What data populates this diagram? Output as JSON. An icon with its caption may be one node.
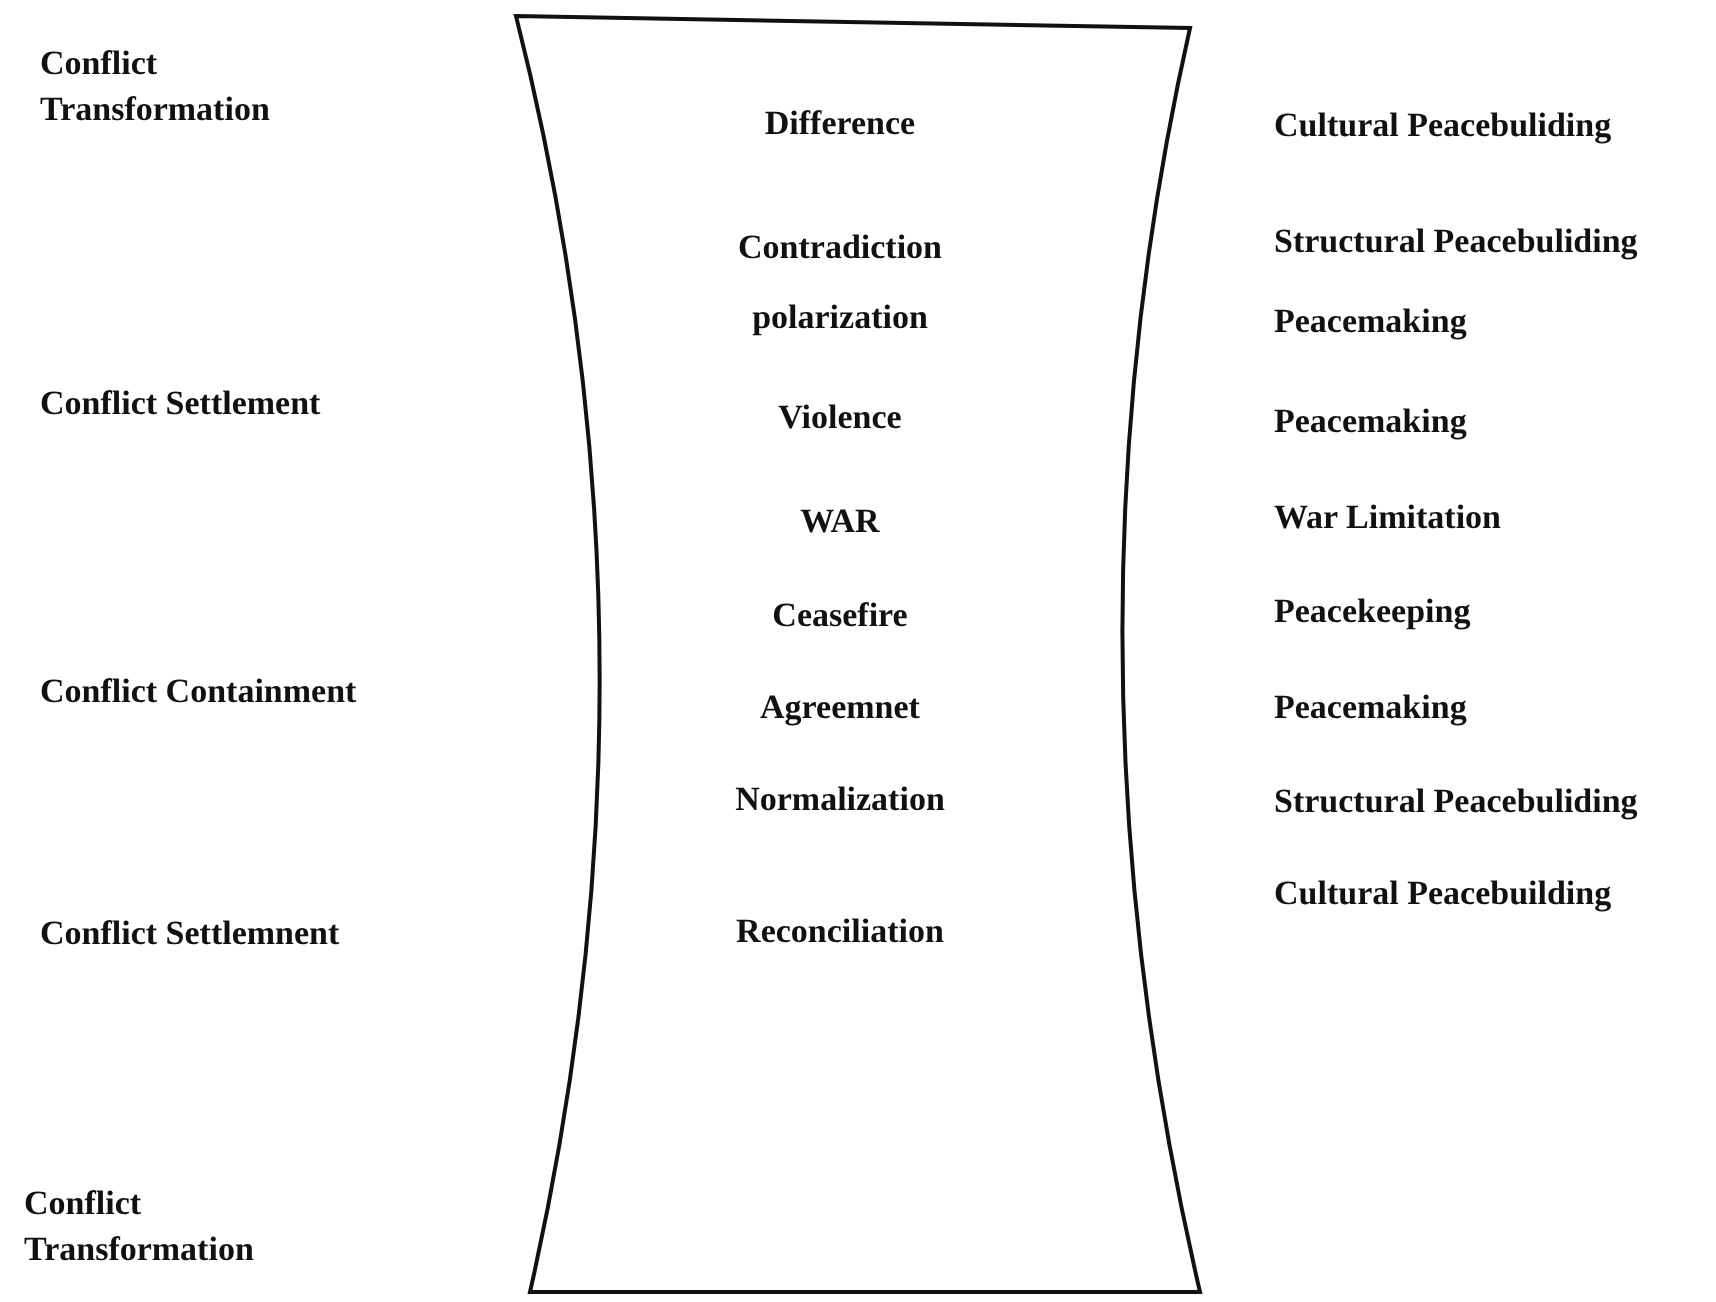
{
  "diagram": {
    "nodes": [
      {
        "text": [
          "Difference",
          "Contradiction",
          "polarization",
          "Violence",
          "WAR",
          "Ceasefire",
          "Agreemnet",
          "Normalization",
          "Reconciliation"
        ]
      }
    ],
    "edges": [],
    "labels": [
      "Conflict Transformation",
      "Conflict Settlement",
      "Conflict Containment",
      "Conflict Settlemnent",
      "Conflict Transformation",
      "Cultural Peacebuliding",
      "Structural Peacebuliding",
      "Peacemaking",
      "Peacemaking",
      "War Limitation",
      "Peacekeeping",
      "Peacemaking",
      "Structural Peacebuliding",
      "Cultural Peacebuilding"
    ]
  }
}
